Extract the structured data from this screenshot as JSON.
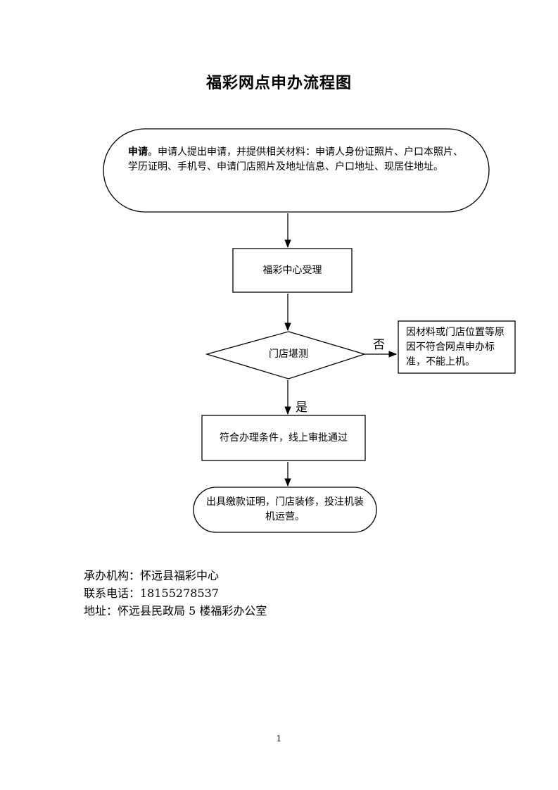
{
  "title": "福彩网点申办流程图",
  "nodes": {
    "apply": {
      "head": "申请",
      "sep": "。",
      "text": "申请人提出申请，并提供相关材料：申请人身份证照片、户口本照片、学历证明、手机号、申请门店照片及地址信息、户口地址、现居住地址。"
    },
    "accept": {
      "text": "福彩中心受理"
    },
    "survey": {
      "text": "门店堪测"
    },
    "reject": {
      "text": "因材料或门店位置等原因不符合网点申办标准，不能上机。"
    },
    "approve": {
      "text": "符合办理条件，线上审批通过"
    },
    "finish": {
      "text": "出具缴款证明，门店装修，投注机装机运营。"
    }
  },
  "edge_labels": {
    "no": "否",
    "yes": "是"
  },
  "footer": {
    "org": "承办机构：怀远县福彩中心",
    "phone": "联系电话：18155278537",
    "address": "地址：怀远县民政局 5 楼福彩办公室"
  },
  "page_number": "1"
}
